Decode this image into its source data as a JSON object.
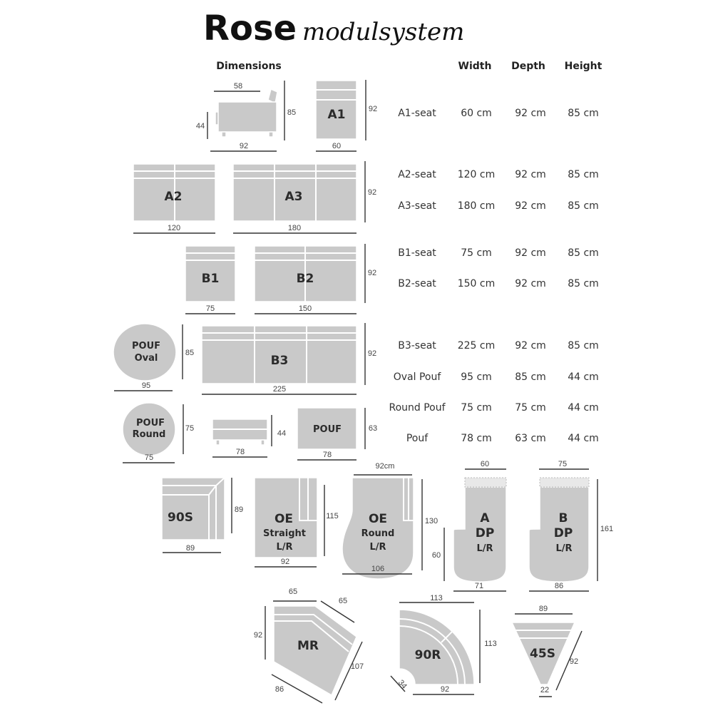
{
  "title": "Rose",
  "subtitle": "modulsystem",
  "headers": {
    "dimensions": "Dimensions",
    "width": "Width",
    "depth": "Depth",
    "height": "Height"
  },
  "table": [
    {
      "name": "A1-seat",
      "width": "60 cm",
      "depth": "92 cm",
      "height": "85 cm"
    },
    {
      "name": "A2-seat",
      "width": "120 cm",
      "depth": "92 cm",
      "height": "85 cm"
    },
    {
      "name": "A3-seat",
      "width": "180 cm",
      "depth": "92 cm",
      "height": "85 cm"
    },
    {
      "name": "B1-seat",
      "width": "75 cm",
      "depth": "92 cm",
      "height": "85 cm"
    },
    {
      "name": "B2-seat",
      "width": "150 cm",
      "depth": "92 cm",
      "height": "85 cm"
    },
    {
      "name": "B3-seat",
      "width": "225 cm",
      "depth": "92 cm",
      "height": "85 cm"
    },
    {
      "name": "Oval Pouf",
      "width": "95 cm",
      "depth": "85 cm",
      "height": "44 cm"
    },
    {
      "name": "Round Pouf",
      "width": "75 cm",
      "depth": "75 cm",
      "height": "44 cm"
    },
    {
      "name": "Pouf",
      "width": "78 cm",
      "depth": "63 cm",
      "height": "44 cm"
    }
  ],
  "modules": {
    "a1side": {
      "d1": "58",
      "d2": "44",
      "d3": "85",
      "d4": "92"
    },
    "a1": {
      "label": "A1",
      "d1": "92",
      "d2": "60"
    },
    "a2": {
      "label": "A2",
      "d1": "120"
    },
    "a3": {
      "label": "A3",
      "d1": "180",
      "d2": "92"
    },
    "b1": {
      "label": "B1",
      "d1": "75"
    },
    "b2": {
      "label": "B2",
      "d1": "150",
      "d2": "92"
    },
    "oval": {
      "l1": "POUF",
      "l2": "Oval",
      "d1": "95",
      "d2": "85"
    },
    "b3": {
      "label": "B3",
      "d1": "225",
      "d2": "92"
    },
    "round": {
      "l1": "POUF",
      "l2": "Round",
      "d1": "75",
      "d2": "75"
    },
    "poufside": {
      "d1": "44",
      "d2": "78"
    },
    "pouf": {
      "label": "POUF",
      "d1": "63",
      "d2": "78"
    },
    "s90": {
      "label": "90S",
      "d1": "89",
      "d2": "89"
    },
    "oes": {
      "l1": "OE",
      "l2": "Straight",
      "l3": "L/R",
      "d1": "115",
      "d2": "92"
    },
    "oer": {
      "l1": "OE",
      "l2": "Round",
      "l3": "L/R",
      "d1": "92cm",
      "d2": "130",
      "d3": "106"
    },
    "adp": {
      "l1": "A",
      "l2": "DP",
      "l3": "L/R",
      "d1": "60",
      "d2": "60",
      "d3": "71"
    },
    "bdp": {
      "l1": "B",
      "l2": "DP",
      "l3": "L/R",
      "d1": "75",
      "d2": "161",
      "d3": "86"
    },
    "mr": {
      "label": "MR",
      "d1": "65",
      "d2": "65",
      "d3": "92",
      "d4": "107",
      "d5": "86"
    },
    "r90": {
      "label": "90R",
      "d1": "113",
      "d2": "113",
      "d3": "92",
      "d4": "34"
    },
    "s45": {
      "label": "45S",
      "d1": "89",
      "d2": "92",
      "d3": "22"
    }
  }
}
